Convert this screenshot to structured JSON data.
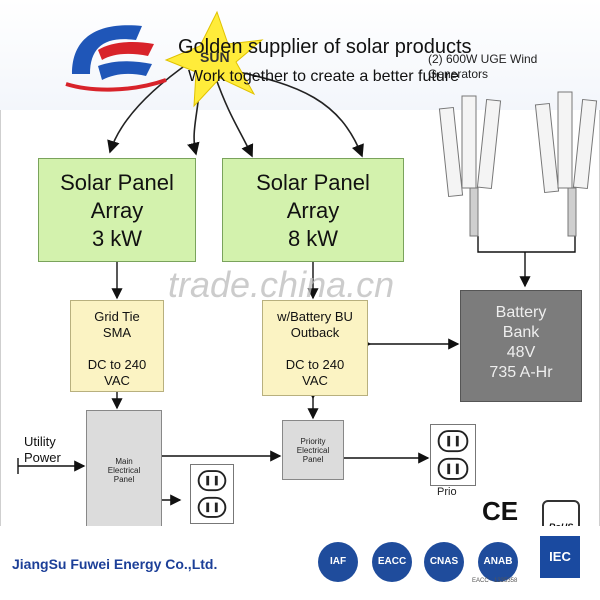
{
  "header": {
    "tagline_main": "Golden supplier of solar products",
    "tagline_sub": "Work together to create a better future",
    "sun_label": "SUN",
    "wind_label": "(2) 600W UGE Wind Generators"
  },
  "diagram": {
    "solar_array_1": [
      "Solar Panel",
      "Array",
      "3 kW"
    ],
    "solar_array_2": [
      "Solar Panel",
      "Array",
      "8 kW"
    ],
    "inverter_1": [
      "Grid Tie",
      "SMA",
      "",
      "DC to 240",
      "VAC"
    ],
    "inverter_2": [
      "w/Battery BU",
      "Outback",
      "",
      "DC to 240",
      "VAC"
    ],
    "battery": [
      "Battery",
      "Bank",
      "48V",
      "735 A-Hr"
    ],
    "main_panel": [
      "Main",
      "Electrical",
      "Panel"
    ],
    "priority_panel": [
      "Priority",
      "Electrical",
      "Panel"
    ],
    "utility": [
      "Utility",
      "Power"
    ],
    "priority_outlets_label": "Prio"
  },
  "watermark": "trade.china.cn",
  "footer": {
    "company": "JiangSu Fuwei Energy Co.,Ltd.",
    "ce": "CE",
    "rohs": "RoHS",
    "badges": [
      "IAF",
      "EACC",
      "CNAS",
      "ANAB"
    ],
    "iec": "IEC",
    "badge_caption": "EACC - 1335358"
  },
  "colors": {
    "solar_panel_fill": "#d3f2ad",
    "inverter_fill": "#fbf3c3",
    "battery_fill": "#7c7c7c",
    "company_blue": "#1c3f98"
  }
}
